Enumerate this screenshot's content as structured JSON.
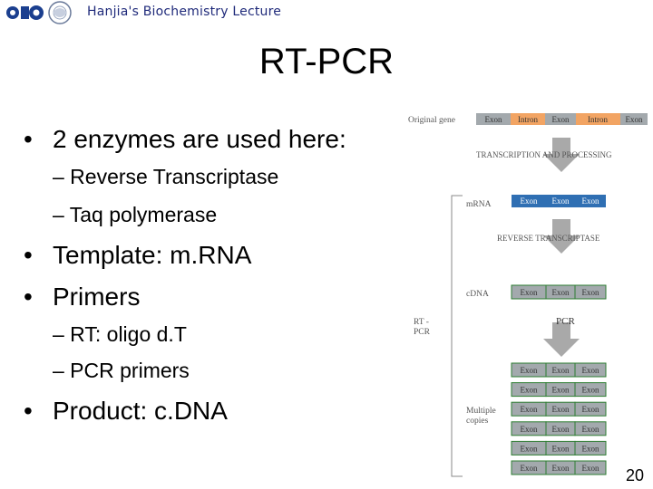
{
  "header": {
    "lecture": "Hanjia's Biochemistry Lecture"
  },
  "title": "RT-PCR",
  "bullets": {
    "enzymes": "2 enzymes are used here:",
    "rt": "– Reverse Transcriptase",
    "taq": "– Taq polymerase",
    "template": "Template: m.RNA",
    "primers": "Primers",
    "rt_primer": "– RT: oligo d.T",
    "pcr_primers": "– PCR primers",
    "product": "Product: c.DNA",
    "bullet_char": "•"
  },
  "figure": {
    "original_gene": "Original gene",
    "exon": "Exon",
    "intron": "Intron",
    "transcription": "TRANSCRIPTION AND PROCESSING",
    "mrna": "mRNA",
    "reverse_transcriptase": "REVERSE TRANSCRIPTASE",
    "cdna": "cDNA",
    "rt_pcr_line1": "RT -",
    "rt_pcr_line2": "PCR",
    "pcr": "PCR",
    "multiple_line1": "Multiple",
    "multiple_line2": "copies",
    "colors": {
      "exon_blue": "#2f6fb3",
      "exon_gray": "#a3a9ad",
      "intron_orange": "#f2a463",
      "arrow_gray": "#a9a9a9",
      "bracket": "#8a8a8a"
    }
  },
  "page_number": "20"
}
